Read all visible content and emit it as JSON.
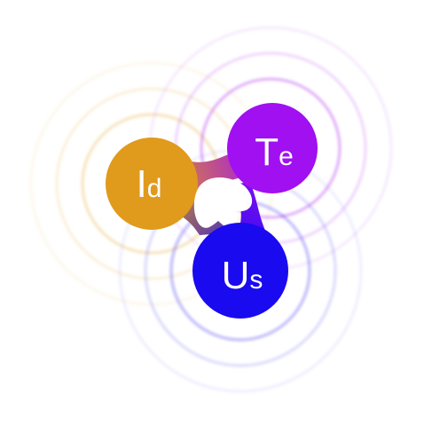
{
  "nodes": [
    {
      "id": "id",
      "label_main": "I",
      "label_sub": "d",
      "color": "#E09A1C"
    },
    {
      "id": "te",
      "label_main": "T",
      "label_sub": "e",
      "color": "#A010F0"
    },
    {
      "id": "us",
      "label_main": "U",
      "label_sub": "s",
      "color": "#1A0AF0"
    }
  ],
  "colors": {
    "background": "#FFFFFF",
    "orange": "#E09A1C",
    "purple": "#A010F0",
    "blue": "#1A0AF0"
  }
}
